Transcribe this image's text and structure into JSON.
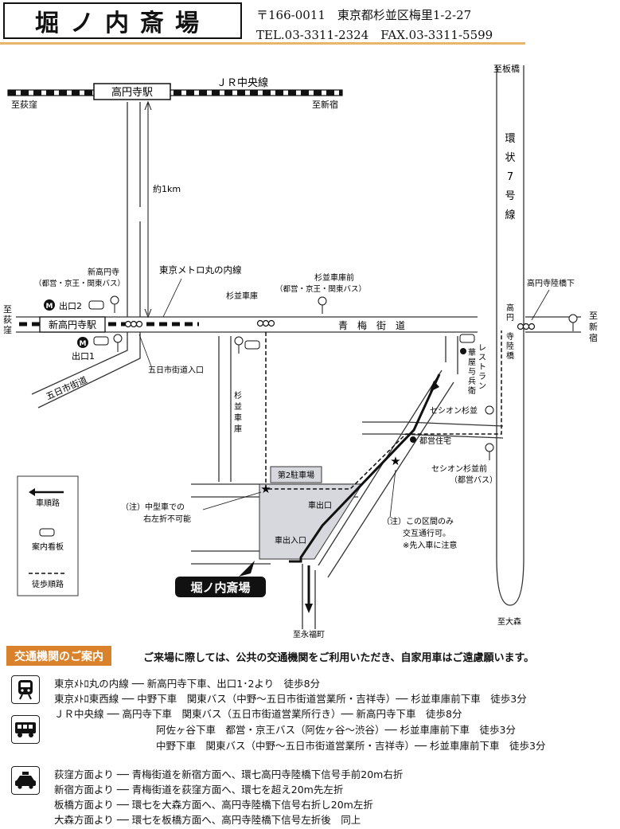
{
  "header": {
    "title": "堀ノ内斎場",
    "address": "〒166-0011　東京都杉並区梅里1-2-27",
    "phone_fax": "TEL.03-3311-2324　FAX.03-3311-5599"
  },
  "map": {
    "rail_line": "ＪＲ中央線",
    "station_koenji": "高円寺駅",
    "to_ogikubo": "至荻窪",
    "to_shinjuku": "至新宿",
    "to_itabashi": "至板橋",
    "distance": "約1km",
    "kan7_chars": [
      "環",
      "状",
      "7",
      "号",
      "線"
    ],
    "metro_line": "東京メトロ丸の内線",
    "shinkoenji_bus_1": "新高円寺",
    "shinkoenji_bus_2": "（都営・京王・関東バス）",
    "suginami_shako_mae_1": "杉並車庫前",
    "suginami_shako_mae_2": "（都営・京王・関東バス）",
    "suginami_shako": "杉並車庫",
    "exit2": "出口2",
    "exit1": "出口1",
    "left_to": "至",
    "left_ogikubo": [
      "荻",
      "窪"
    ],
    "station_shinkoenji": "新高円寺駅",
    "oume_kaido": "青　梅　街　道",
    "koenji_rikkyo_vertical": [
      "高",
      "円",
      "寺",
      "陸",
      "橋"
    ],
    "koenji_rikkyo_shita": "高円寺陸橋下",
    "right_to": "至",
    "right_shinjuku": [
      "新",
      "宿"
    ],
    "itsukaichi_kaido": "五日市街道",
    "itsukaichi_entrance": "五日市街道入口",
    "restaurant_1": [
      "レ",
      "ス",
      "ト",
      "ラ",
      "ン"
    ],
    "restaurant_2": [
      "華",
      "屋",
      "与",
      "兵",
      "衛"
    ],
    "seishion_suginami": "セシオン杉並",
    "toei_housing": "都営住宅",
    "suginami_shako_vertical": [
      "杉",
      "並",
      "車",
      "庫"
    ],
    "parking2": "第2駐車場",
    "exit_car": "車出口",
    "entrance_exit_car": "車出入口",
    "note_left_1": "（注）中型車での",
    "note_left_2": "右左折不可能",
    "note_right_1": "（注）この区間のみ",
    "note_right_2": "交互通行可。",
    "note_right_3": "※先入車に注意",
    "seishion_mae_1": "セシオン杉並前",
    "seishion_mae_2": "（都営バス）",
    "venue_label": "堀ノ内斎場",
    "to_eifukucho": "至永福町",
    "to_omori": "至大森",
    "legend_car": "車順路",
    "legend_sign": "案内看板",
    "legend_walk": "徒歩順路",
    "metro_symbol": "M"
  },
  "transit": {
    "header": "交通機関のご案内",
    "note": "ご来場に際しては、公共の交通機関をご利用いただき、自家用車はご遠慮願います。",
    "train_lines": [
      "東京ﾒﾄﾛ丸の内線 ── 新高円寺下車、出口1･2より　徒歩8分",
      "東京ﾒﾄﾛ東西線 ── 中野下車　関東バス（中野～五日市街道営業所・吉祥寺）── 杉並車庫前下車　徒歩3分",
      "ＪＲ中央線 ── 高円寺下車　関東バス（五日市街道営業所行き）── 新高円寺下車　徒歩8分",
      "阿佐ヶ谷下車　都営・京王バス（阿佐ヶ谷～渋谷）── 杉並車庫前下車　徒歩3分",
      "中野下車　関東バス（中野～五日市街道営業所・吉祥寺）── 杉並車庫前下車　徒歩3分"
    ],
    "car_lines": [
      "荻窪方面より ── 青梅街道を新宿方面へ、環七高円寺陸橋下信号手前20m右折",
      "新宿方面より ── 青梅街道を荻窪方面へ、環七を超え20m先左折",
      "板橋方面より ── 環七を大森方面へ、高円寺陸橋下信号右折し20m左折",
      "大森方面より ── 環七を板橋方面へ、高円寺陸橋下信号左折後　同上"
    ],
    "icons": [
      "train-icon",
      "bus-icon",
      "taxi-icon"
    ]
  }
}
